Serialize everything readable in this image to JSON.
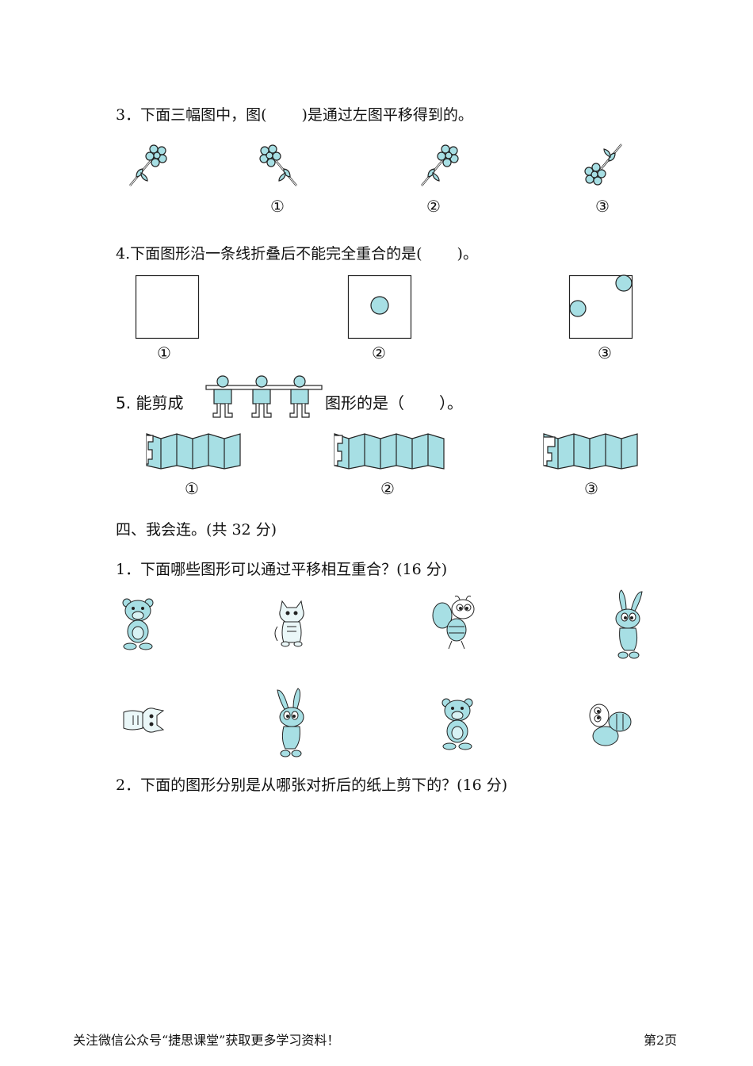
{
  "q3": {
    "text_before": "3．下面三幅图中，图(",
    "text_after": ")是通过左图平移得到的。",
    "options": [
      "①",
      "②",
      "③"
    ]
  },
  "q4": {
    "text_before": "4.下面图形沿一条线折叠后不能完全重合的是(",
    "text_after": ")。",
    "options": [
      "①",
      "②",
      "③"
    ]
  },
  "q5": {
    "text_before": "5. 能剪成",
    "text_after": "图形的是（",
    "text_end": "）。",
    "options": [
      "①",
      "②",
      "③"
    ]
  },
  "section4": {
    "title": "四、我会连。(共 32 分)",
    "q1": "1．下面哪些图形可以通过平移相互重合？(16 分)",
    "q2": "2．下面的图形分别是从哪张对折后的纸上剪下的？(16 分)"
  },
  "colors": {
    "figure_fill": "#a7dfe4",
    "stroke": "#222222"
  },
  "footer": {
    "left": "关注微信公众号“捷思课堂”获取更多学习资料！",
    "right": "第2页"
  }
}
